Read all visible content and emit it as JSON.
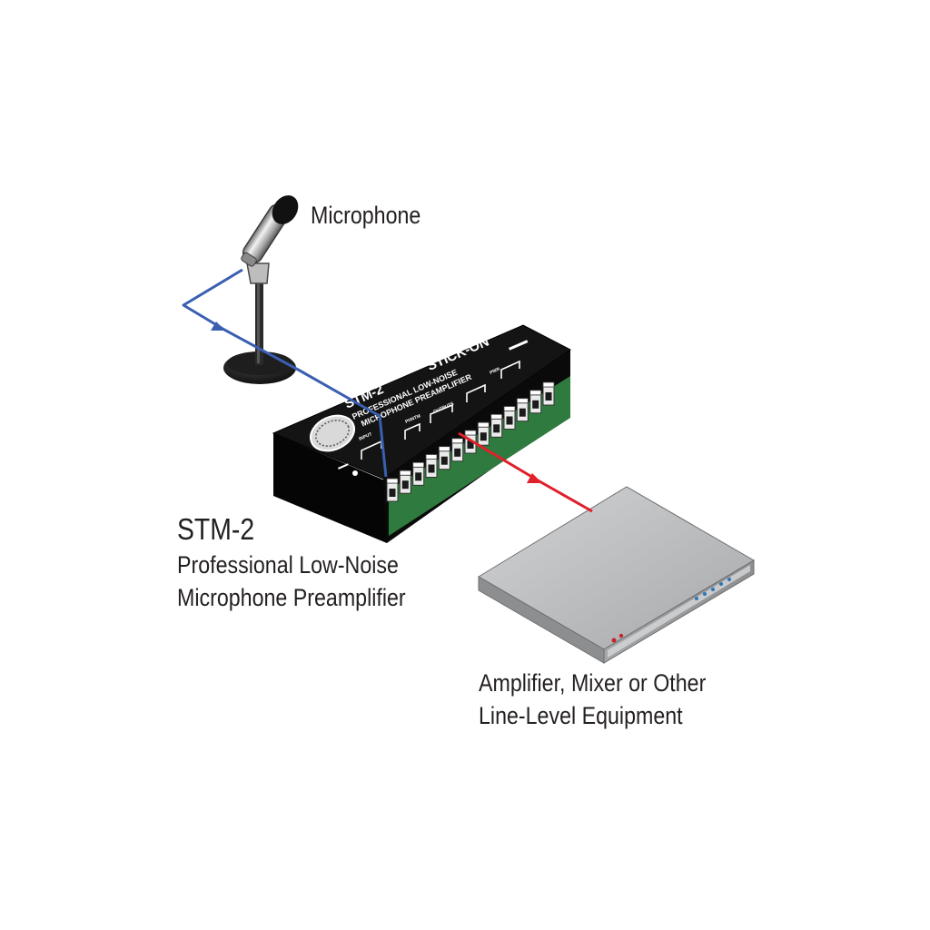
{
  "labels": {
    "microphone": "Microphone",
    "device_model": "STM-2",
    "device_desc_line1": "Professional Low-Noise",
    "device_desc_line2": "Microphone Preamplifier",
    "equipment_line1": "Amplifier, Mixer or Other",
    "equipment_line2": "Line-Level Equipment"
  },
  "panel": {
    "model": "STM-2",
    "series": "STICK-ON",
    "desc_line1": "PROFESSIONAL LOW-NOISE",
    "desc_line2": "MICROPHONE PREAMPLIFIER",
    "input": "INPUT",
    "phantom": "PHNTM",
    "outputs": "OUTPUTS",
    "power": "PWR"
  },
  "colors": {
    "input_cable": "#3a5fb0",
    "output_cable": "#e0202a",
    "device_body": "#111111",
    "terminal_block": "#ebebeb",
    "pcb": "#2f7a3e",
    "equipment_top": "#bfc0c2",
    "equipment_front": "#9a9b9d"
  }
}
